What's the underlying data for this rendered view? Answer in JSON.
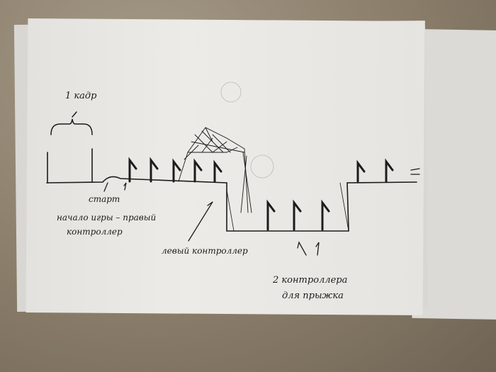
{
  "annotations": {
    "frame": "1 кадр",
    "start": "старт",
    "game_start": "начало игры – правый",
    "game_start_2": "контроллер",
    "left_controller": "левый контроллер",
    "jump_controllers": "2 контроллера",
    "jump_controllers_2": "для прыжка"
  },
  "colors": {
    "ink": "#1c1c1c",
    "paper": "#e8e6e2",
    "fabric": "#8f8270"
  }
}
